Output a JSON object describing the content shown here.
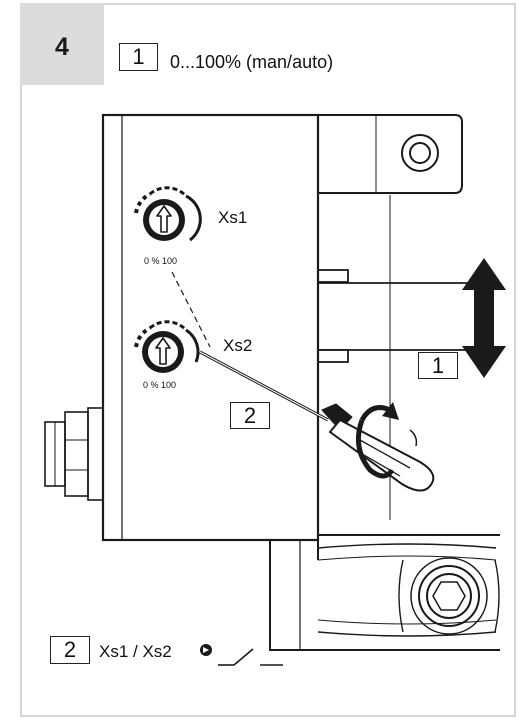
{
  "step": {
    "number": "4"
  },
  "header": {
    "callout": "1",
    "text": "0...100% (man/auto)"
  },
  "figure": {
    "knob_top_label": "Xs1",
    "knob_top_scale": "0 % 100",
    "knob_bottom_label": "Xs2",
    "knob_bottom_scale": "0 % 100",
    "callout_screwdriver": "2",
    "callout_arrow": "1"
  },
  "footer": {
    "callout": "2",
    "text": "Xs1 / Xs2"
  },
  "icons": [
    "arrow-right-circle-icon",
    "switch-open-icon",
    "double-arrow-icon",
    "rotate-icon",
    "screwdriver-icon"
  ]
}
